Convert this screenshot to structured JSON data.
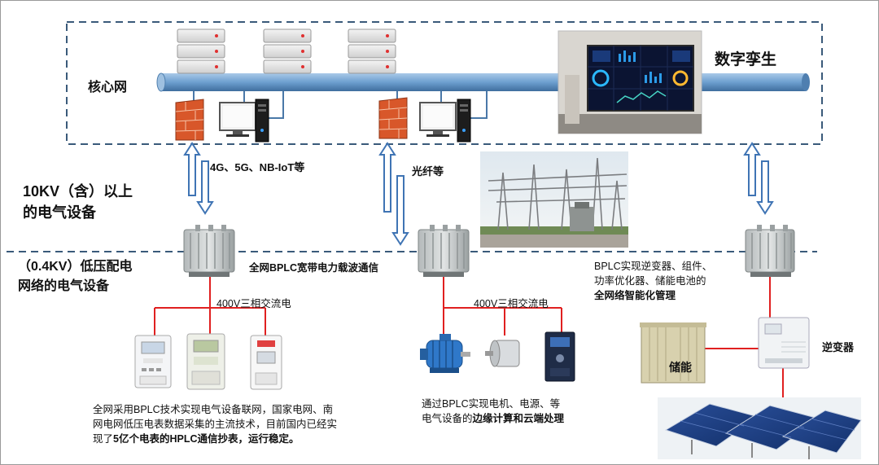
{
  "labels": {
    "core_network": "核心网",
    "digital_twin": "数字孪生",
    "wireless": "4G、5G、NB-IoT等",
    "fiber": "光纤等",
    "hv_line1": "10KV（含）以上",
    "hv_line2": "的电气设备",
    "lv_line1": "（0.4KV）低压配电",
    "lv_line2": "网络的电气设备",
    "bplc_full": "全网BPLC宽带电力载波通信",
    "ac_left": "400V三相交流电",
    "ac_mid": "400V三相交流电",
    "storage": "储能",
    "inverter": "逆变器"
  },
  "texts": {
    "right_desc_1": "BPLC实现逆变器、组件、",
    "right_desc_2": "功率优化器、储能电池的",
    "right_desc_bold": "全网络智能化管理",
    "left_desc_1": "全网采用BPLC技术实现电气设备联网，国家电网、南",
    "left_desc_2": "网电网低压电表数据采集的主流技术，目前国内已经实",
    "left_desc_3_pre": "现了",
    "left_desc_3_bold": "5亿个电表的HPLC通信抄表，运行稳定。",
    "mid_desc_1": "通过BPLC实现电机、电源、等",
    "mid_desc_2_pre": "电气设备的",
    "mid_desc_2_bold": "边缘计算和云端处理"
  },
  "colors": {
    "dash": "#3a5a7a",
    "pipe": "#6d9fcf",
    "arrow": "#3f74b4",
    "power_line": "#e02020",
    "firewall": "#d8572a"
  }
}
